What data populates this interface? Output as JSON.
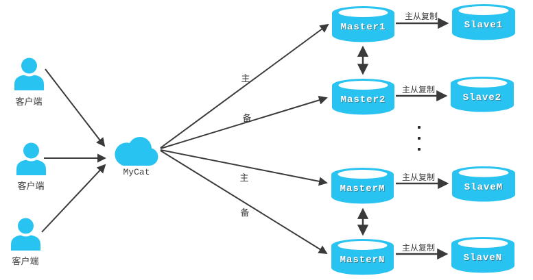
{
  "colors": {
    "shape": "#29C3F1",
    "line": "#3a3a3a",
    "text": "#3d3d3d",
    "node_label": "#ffffff"
  },
  "diagram": {
    "nodes": {
      "clients": [
        {
          "label": "客户端"
        },
        {
          "label": "客户端"
        },
        {
          "label": "客户端"
        }
      ],
      "gateway": {
        "label": "MyCat"
      },
      "masters": [
        {
          "label": "Master1"
        },
        {
          "label": "Master2"
        },
        {
          "label": "MasterM"
        },
        {
          "label": "MasterN"
        }
      ],
      "slaves": [
        {
          "label": "Slave1"
        },
        {
          "label": "Slave2"
        },
        {
          "label": "SlaveM"
        },
        {
          "label": "SlaveN"
        }
      ]
    },
    "edges": [
      {
        "from": "client-1",
        "to": "mycat",
        "label": ""
      },
      {
        "from": "client-2",
        "to": "mycat",
        "label": ""
      },
      {
        "from": "client-3",
        "to": "mycat",
        "label": ""
      },
      {
        "from": "mycat",
        "to": "Master1",
        "label": "主"
      },
      {
        "from": "mycat",
        "to": "Master2",
        "label": "备"
      },
      {
        "from": "mycat",
        "to": "MasterM",
        "label": "主"
      },
      {
        "from": "mycat",
        "to": "MasterN",
        "label": "备"
      },
      {
        "from": "Master1",
        "to": "Slave1",
        "label": "主从复制"
      },
      {
        "from": "Master2",
        "to": "Slave2",
        "label": "主从复制"
      },
      {
        "from": "MasterM",
        "to": "SlaveM",
        "label": "主从复制"
      },
      {
        "from": "MasterN",
        "to": "SlaveN",
        "label": "主从复制"
      },
      {
        "from": "Master1",
        "to": "Master2",
        "label": "",
        "bidirectional": true
      },
      {
        "from": "MasterM",
        "to": "MasterN",
        "label": "",
        "bidirectional": true
      }
    ]
  }
}
